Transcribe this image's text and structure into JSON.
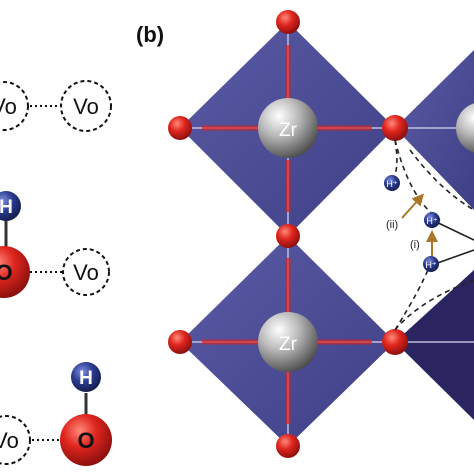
{
  "figure": {
    "panel_label": "(b)",
    "left_column": [
      {
        "row": "top",
        "species": [
          "Vo",
          "Vo"
        ]
      },
      {
        "row": "middle",
        "species": [
          "H",
          "O",
          "Vo"
        ]
      },
      {
        "row": "bottom",
        "species": [
          "H",
          "Vo",
          "O"
        ]
      }
    ],
    "structure": {
      "metal_label": "Zr",
      "proton_label": "H⁺",
      "path_labels": [
        "(ii)",
        "(i)"
      ]
    },
    "colors": {
      "octahedron_fill": "#4b4c93",
      "octahedron_dark": "#2a2561",
      "oxygen": "#d8211f",
      "hydrogen": "#2b3b8f",
      "metal": "#9a9a9a",
      "arrow": "#a8772a"
    }
  }
}
